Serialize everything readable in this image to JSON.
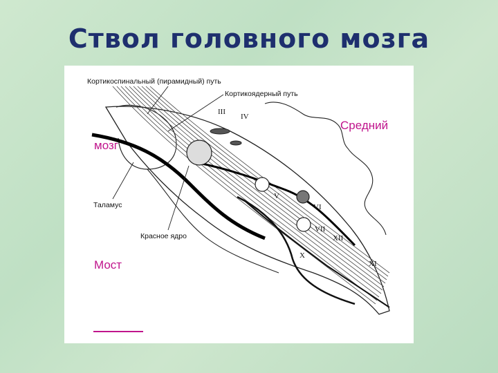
{
  "title": "Ствол головного мозга",
  "figure": {
    "labels": {
      "corticospinal": "Кортикоспинальный (пирамидный) путь",
      "corticonuclear": "Кортикоядерный путь",
      "thalamus": "Таламус",
      "red_nucleus": "Красное ядро"
    },
    "nerves": [
      "III",
      "IV",
      "V",
      "VI",
      "VII",
      "XII",
      "X",
      "XI"
    ]
  },
  "overlay": {
    "midbrain_word1": "Средний",
    "midbrain_word2": "мозг",
    "pons": "Мост"
  },
  "colors": {
    "title": "#1e2f6e",
    "overlay_text": "#c0148c"
  }
}
